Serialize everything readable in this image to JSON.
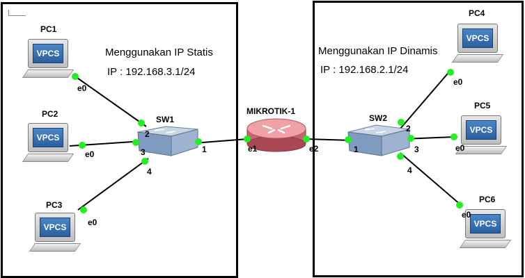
{
  "nodes": {
    "pc1": "PC1",
    "pc2": "PC2",
    "pc3": "PC3",
    "pc4": "PC4",
    "pc5": "PC5",
    "pc6": "PC6",
    "sw1": "SW1",
    "sw2": "SW2",
    "router": "MIKROTIK-1",
    "vpcs": "VPCS"
  },
  "ports": {
    "pc_iface": "e0",
    "sw_p1": "1",
    "sw_p2": "2",
    "sw_p3": "3",
    "sw_p4": "4",
    "router_e1": "e1",
    "router_e2": "e2"
  },
  "notes": {
    "left_title": "Menggunakan IP Statis",
    "left_ip": "IP  : 192.168.3.1/24",
    "right_title": "Menggunakan IP Dinamis",
    "right_ip": "IP : 192.168.2.1/24"
  },
  "colors": {
    "link": "#000000",
    "port_dot": "#22ee22",
    "vpcs_screen": "#3a72b4",
    "router_body": "#d9534f"
  }
}
